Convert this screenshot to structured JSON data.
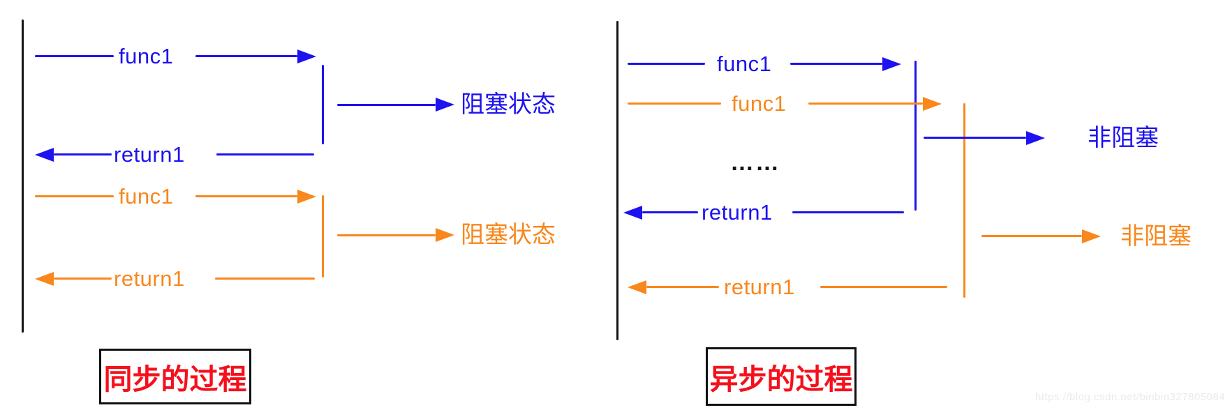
{
  "colors": {
    "blue": "#1d12f0",
    "orange": "#f8871c",
    "red": "#f5101c",
    "ink": "#141414",
    "watermark": "#eaeaea"
  },
  "left": {
    "caption": "同步的过程",
    "call1_label": "func1",
    "return1_label": "return1",
    "state1_label": "阻塞状态",
    "call2_label": "func1",
    "return2_label": "return1",
    "state2_label": "阻塞状态"
  },
  "right": {
    "caption": "异步的过程",
    "call1_label": "func1",
    "call2_label": "func1",
    "ellipsis": "……",
    "return1_label": "return1",
    "return2_label": "return1",
    "state1_label": "非阻塞",
    "state2_label": "非阻塞"
  },
  "watermark": "https://blog.csdn.net/binbin327805084"
}
